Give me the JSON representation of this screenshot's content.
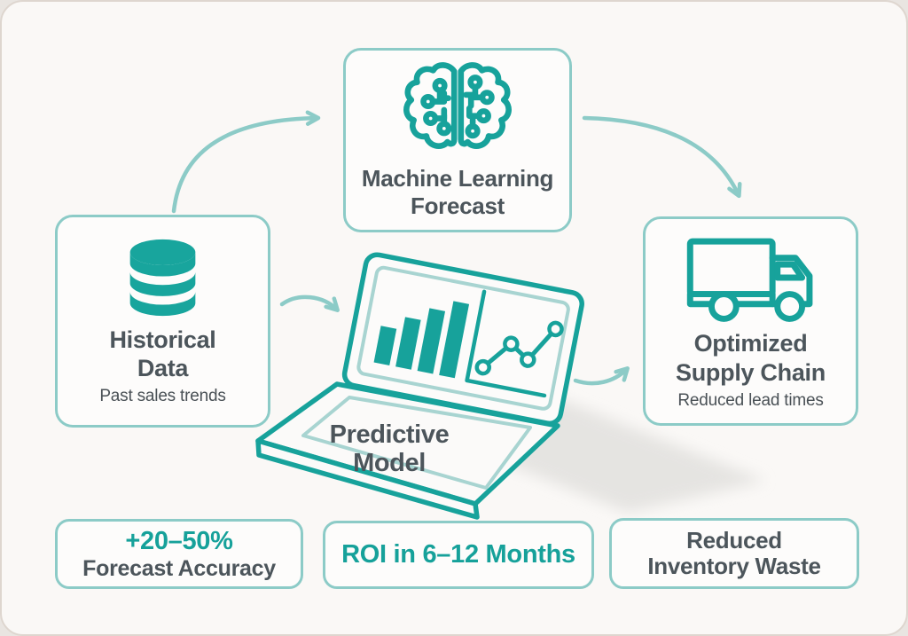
{
  "colors": {
    "teal": "#16a19a",
    "light_teal": "#8ccbc7",
    "dark_text": "#4c555b",
    "muted_text": "#4a5156",
    "card_background": "#faf8f6",
    "node_background": "#fdfcfb"
  },
  "nodes": {
    "machine_learning_forecast": {
      "icon": "brain-circuit-icon",
      "label_line1": "Machine Learning",
      "label_line2": "Forecast"
    },
    "historical_data": {
      "icon": "database-icon",
      "label_line1": "Historical",
      "label_line2": "Data",
      "sublabel": "Past sales trends"
    },
    "predictive_model": {
      "icon": "laptop-analytics-illustration",
      "label_line1": "Predictive",
      "label_line2": "Model"
    },
    "optimized_supply_chain": {
      "icon": "truck-icon",
      "label_line1": "Optimized",
      "label_line2": "Supply Chain",
      "sublabel": "Reduced lead times"
    }
  },
  "metrics": {
    "forecast_accuracy": {
      "value": "+20–50%",
      "label": "Forecast Accuracy"
    },
    "roi": {
      "value": "ROI in 6–12 Months"
    },
    "inventory_waste": {
      "label_line1": "Reduced",
      "label_line2": "Inventory Waste"
    }
  }
}
